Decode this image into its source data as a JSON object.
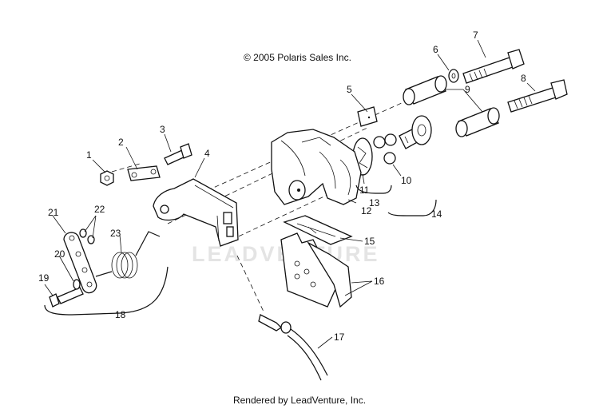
{
  "diagram": {
    "copyright": "© 2005 Polaris Sales Inc.",
    "footer": "Rendered by LeadVenture, Inc.",
    "watermark": "LEADVENTURE",
    "callouts": {
      "c1": "1",
      "c2": "2",
      "c3": "3",
      "c4": "4",
      "c5": "5",
      "c6": "6",
      "c7": "7",
      "c8": "8",
      "c9": "9",
      "c10": "10",
      "c11": "11",
      "c12": "12",
      "c13": "13",
      "c14": "14",
      "c15": "15",
      "c16": "16",
      "c17": "17",
      "c18": "18",
      "c19": "19",
      "c20": "20",
      "c21": "21",
      "c22": "22",
      "c23": "23"
    }
  }
}
